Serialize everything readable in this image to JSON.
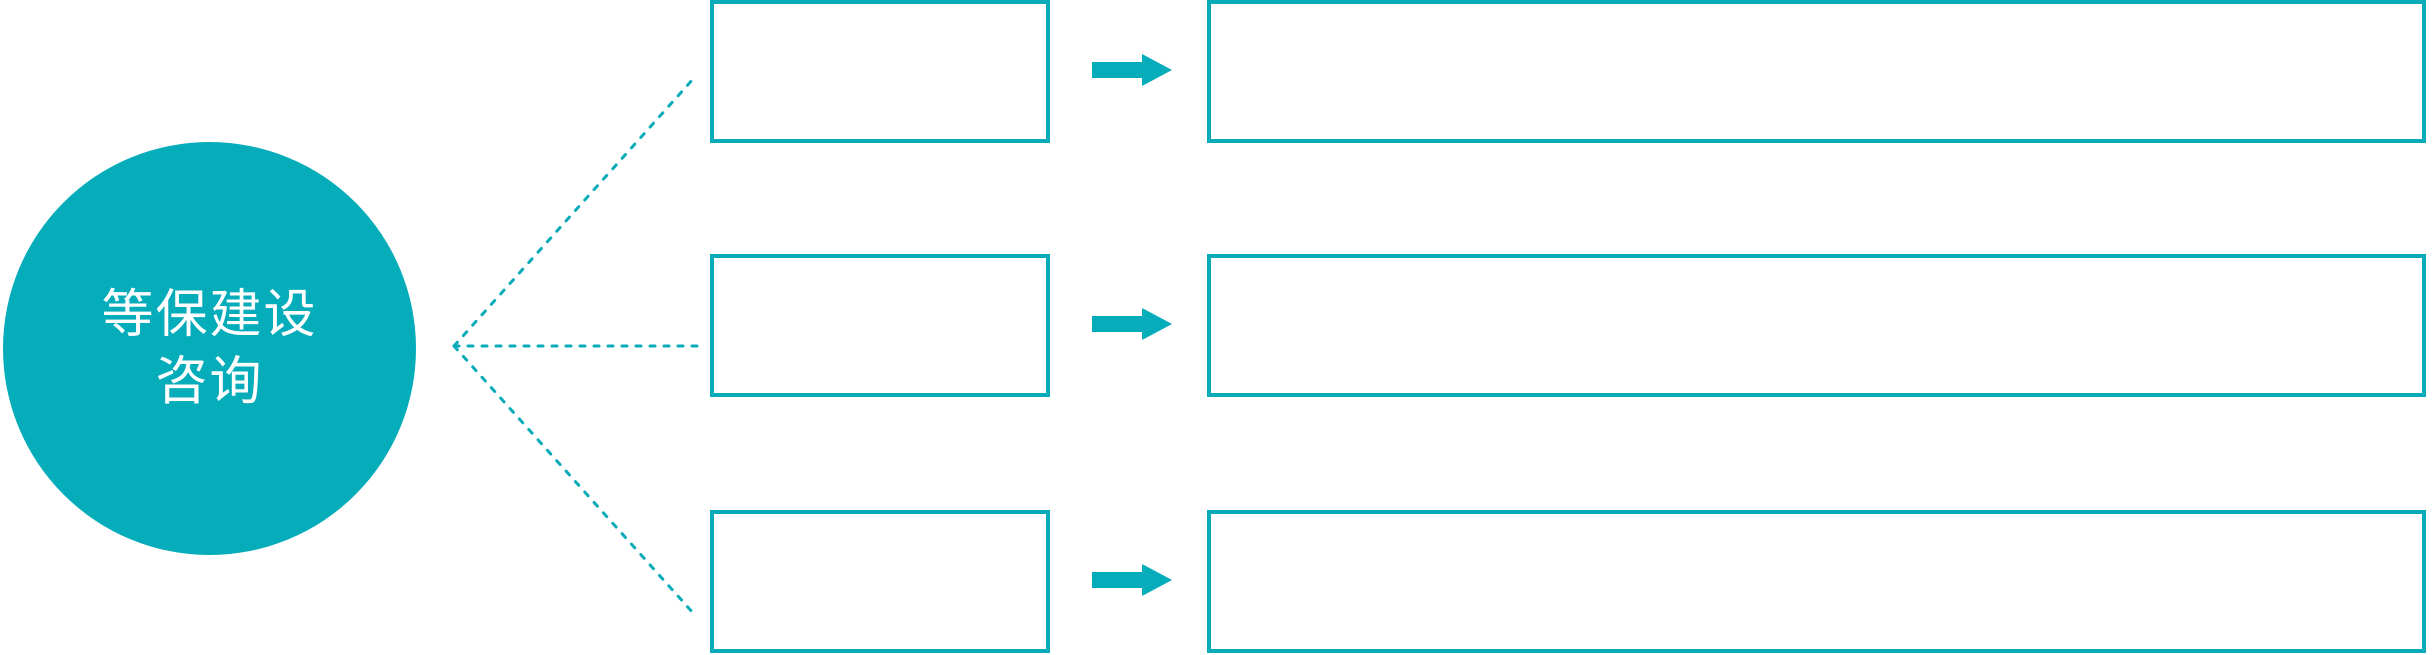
{
  "diagram": {
    "type": "radial-flow",
    "title_visible": false,
    "colors": {
      "teal": "#05ACBA",
      "border_teal": "#0AABB8",
      "arrow_teal": "#05ACBA",
      "connector_teal": "#0AABB8",
      "hub_text": "#FFFFFF",
      "background": "#FFFFFF"
    },
    "hub": {
      "label": "等保建设\n咨询",
      "shape": "circle"
    },
    "connector": {
      "style": "dotted",
      "branches": 3
    },
    "rows": [
      {
        "id": "row-1",
        "stage_label": "",
        "detail_label": "",
        "arrow_icon": "right-arrow-icon"
      },
      {
        "id": "row-2",
        "stage_label": "",
        "detail_label": "",
        "arrow_icon": "right-arrow-icon"
      },
      {
        "id": "row-3",
        "stage_label": "",
        "detail_label": "",
        "arrow_icon": "right-arrow-icon"
      }
    ]
  }
}
